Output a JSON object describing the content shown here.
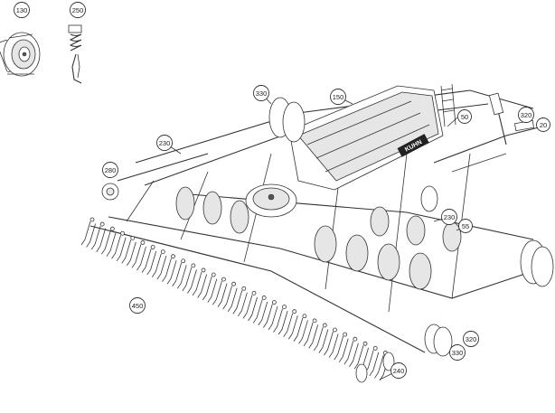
{
  "callouts": [
    {
      "label": "130"
    },
    {
      "label": "250"
    },
    {
      "label": "330"
    },
    {
      "label": "150"
    },
    {
      "label": "50"
    },
    {
      "label": "320"
    },
    {
      "label": "20"
    },
    {
      "label": "230"
    },
    {
      "label": "280"
    },
    {
      "label": "230"
    },
    {
      "label": "55"
    },
    {
      "label": "450"
    },
    {
      "label": "320"
    },
    {
      "label": "330"
    },
    {
      "label": "240"
    }
  ],
  "brand": "KUHN"
}
